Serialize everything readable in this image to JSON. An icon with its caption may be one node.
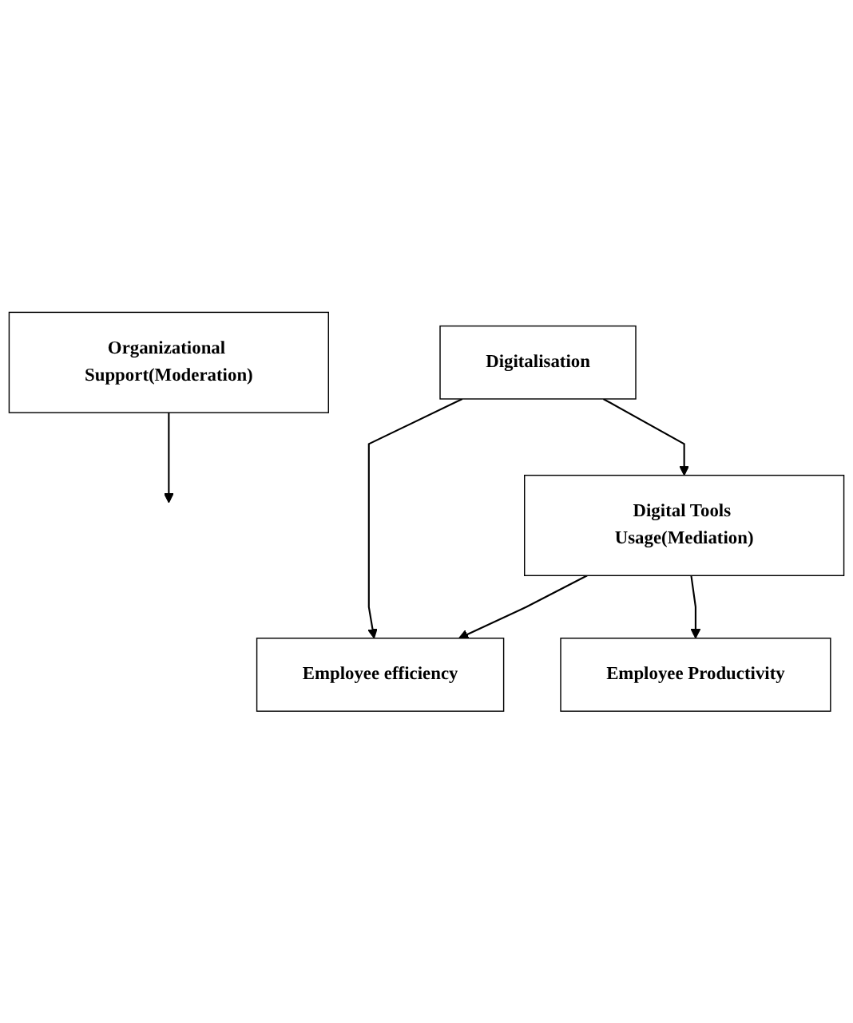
{
  "diagram": {
    "nodes": [
      {
        "text": [
          "Organizational Support(Moderation)"
        ]
      },
      {
        "text": [
          "Digitalisation"
        ]
      },
      {
        "text": [
          "Employee efficiency"
        ]
      },
      {
        "text": [
          "Digital Tools Usage(Mediation)"
        ]
      },
      {
        "text": [
          "Employee Productivity"
        ]
      }
    ],
    "edges": [
      {
        "from": 0,
        "to": null,
        "arrow": "to"
      },
      {
        "from": 1,
        "to": 2,
        "arrow": "to"
      },
      {
        "from": 1,
        "to": 3,
        "arrow": "to"
      },
      {
        "from": 3,
        "to": 2,
        "arrow": "to"
      },
      {
        "from": 3,
        "to": 4,
        "arrow": "to"
      }
    ]
  }
}
